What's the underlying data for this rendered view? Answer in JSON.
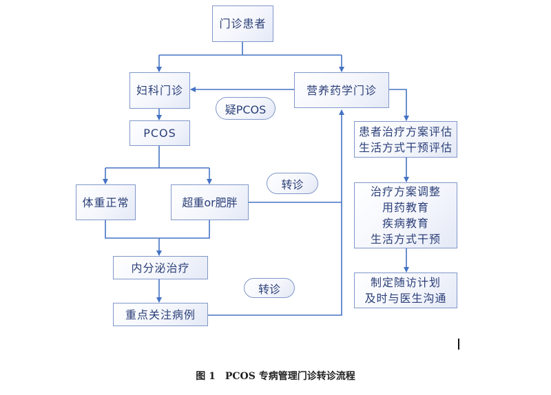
{
  "nodes": {
    "outpatient": "门诊患者",
    "gynecology": "妇科门诊",
    "nutrition_pharmacy": "营养药学门诊",
    "pcos": "PCOS",
    "normal_weight": "体重正常",
    "overweight": "超重or肥胖",
    "endocrine": "内分泌治疗",
    "key_cases": "重点关注病例",
    "assessment": [
      "患者治疗方案评估",
      "生活方式干预评估"
    ],
    "interventions": [
      "治疗方案调整",
      "用药教育",
      "疾病教育",
      "生活方式干预"
    ],
    "followup": [
      "制定随访计划",
      "及时与医生沟通"
    ]
  },
  "labels": {
    "suspected_pcos": "疑PCOS",
    "referral_1": "转诊",
    "referral_2": "转诊"
  },
  "caption": "图 1　PCOS 专病管理门诊转诊流程",
  "colors": {
    "line": "#4472c4",
    "border": "#7f96c9",
    "text": "#2b3f78"
  }
}
